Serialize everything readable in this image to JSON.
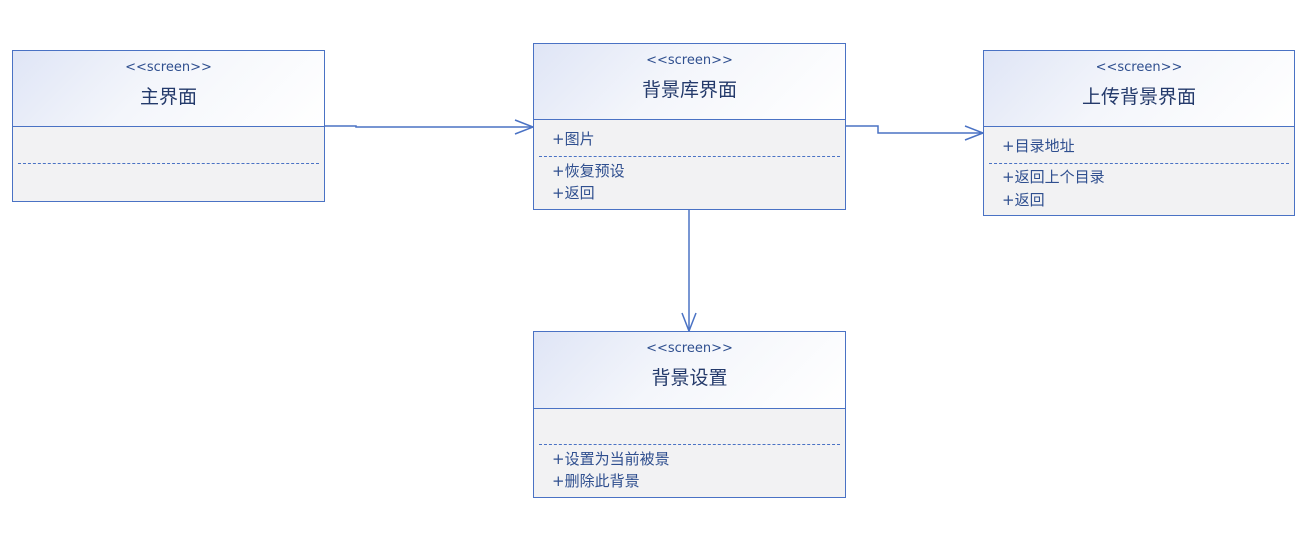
{
  "diagram": {
    "classes": {
      "main": {
        "stereotype": "<<screen>>",
        "name": "主界面",
        "attributes": [],
        "operations": []
      },
      "library": {
        "stereotype": "<<screen>>",
        "name": "背景库界面",
        "attributes": [
          "+图片"
        ],
        "operations": [
          "+恢复预设",
          "+返回"
        ]
      },
      "upload": {
        "stereotype": "<<screen>>",
        "name": "上传背景界面",
        "attributes": [
          "+目录地址"
        ],
        "operations": [
          "+返回上个目录",
          "+返回"
        ]
      },
      "settings": {
        "stereotype": "<<screen>>",
        "name": "背景设置",
        "attributes": [],
        "operations": [
          "+设置为当前被景",
          "+删除此背景"
        ]
      }
    },
    "colors": {
      "border": "#4a72c4",
      "body": "#f2f2f3",
      "text": "#2f4f8f"
    }
  }
}
